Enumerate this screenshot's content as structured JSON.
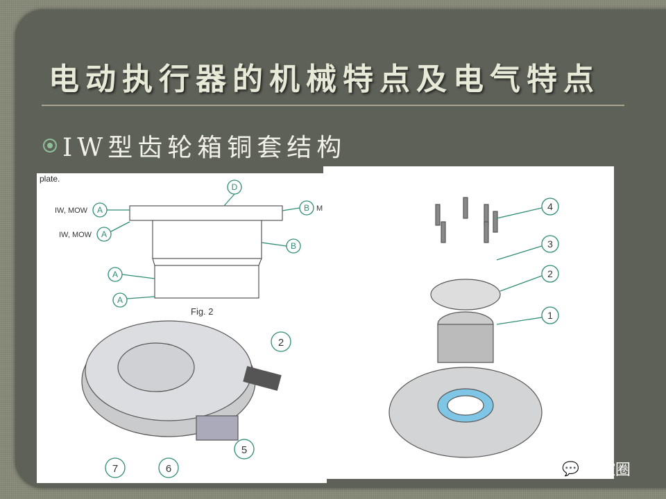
{
  "slide": {
    "title": "电动执行器的机械特点及电气特点",
    "bullet": "IW型齿轮箱铜套结构"
  },
  "left_figure": {
    "top_caption": "plate.",
    "labels": [
      "IW, MOW",
      "IW, MOW",
      "M",
      "Fig. 2"
    ],
    "callouts": [
      "D",
      "A",
      "A",
      "B",
      "B",
      "A",
      "A"
    ],
    "numbers": [
      "2",
      "5",
      "6",
      "7"
    ]
  },
  "right_figure": {
    "numbers": [
      "4",
      "3",
      "2",
      "1"
    ]
  },
  "watermark": {
    "icon": "wechat-icon",
    "text": "热控圈"
  },
  "colors": {
    "callout": "#2e8b74",
    "title": "#e6ead6",
    "panel": "#5d6157"
  }
}
